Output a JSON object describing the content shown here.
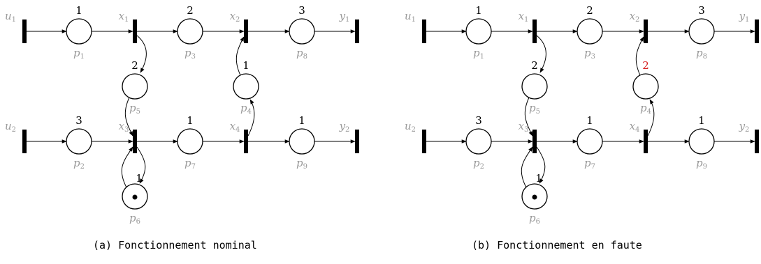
{
  "captions": {
    "a": "(a) Fonctionnement nominal",
    "b": "(b) Fonctionnement en faute"
  },
  "nets": [
    {
      "id": "a",
      "place_labels": {
        "p1": "p1",
        "p2": "p2",
        "p3": "p3",
        "p4": "p4",
        "p5": "p5",
        "p6": "p6",
        "p7": "p7",
        "p8": "p8",
        "p9": "p9"
      },
      "transition_labels": {
        "u1": "u1",
        "u2": "u2",
        "x1": "x1",
        "x2": "x2",
        "x3": "x3",
        "x4": "x4",
        "y1": "y1",
        "y2": "y2"
      },
      "values": {
        "p1": "1",
        "p2": "3",
        "p3": "2",
        "p4": "1",
        "p5": "2",
        "p6": "1",
        "p7": "1",
        "p8": "3",
        "p9": "1"
      },
      "highlighted": [],
      "tokens": {
        "p6": 1
      }
    },
    {
      "id": "b",
      "place_labels": {
        "p1": "p1",
        "p2": "p2",
        "p3": "p3",
        "p4": "p4",
        "p5": "p5",
        "p6": "p6",
        "p7": "p7",
        "p8": "p8",
        "p9": "p9"
      },
      "transition_labels": {
        "u1": "u1",
        "u2": "u2",
        "x1": "x1",
        "x2": "x2",
        "x3": "x3",
        "x4": "x4",
        "y1": "y1",
        "y2": "y2"
      },
      "values": {
        "p1": "1",
        "p2": "3",
        "p3": "2",
        "p4": "2",
        "p5": "2",
        "p6": "1",
        "p7": "1",
        "p8": "3",
        "p9": "1"
      },
      "highlighted": [
        "p4"
      ],
      "tokens": {
        "p6": 1
      }
    }
  ],
  "colors": {
    "label_gray": "#9a9a9a",
    "fault_red": "#d62020",
    "stroke": "#000000"
  }
}
